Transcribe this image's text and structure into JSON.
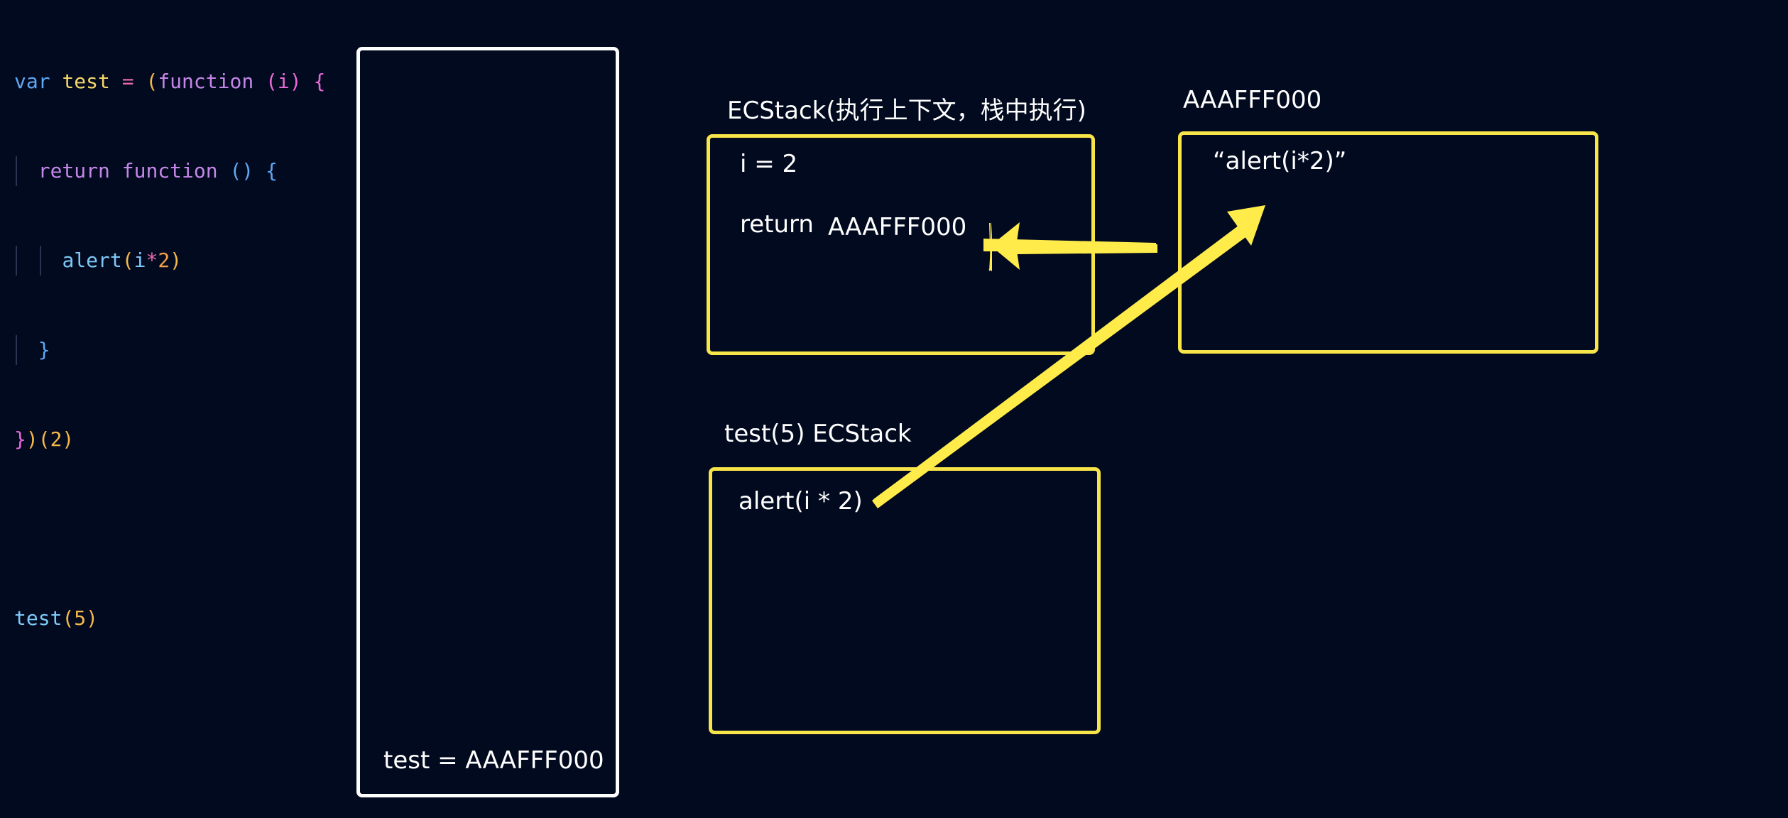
{
  "code": {
    "l1_var": "var",
    "l1_test": "test",
    "l1_eq": "=",
    "l1_paren": "(",
    "l1_function": "function",
    "l1_param": "(i)",
    "l1_brace": "{",
    "l2_return": "return",
    "l2_function": "function",
    "l2_parens": "()",
    "l2_brace": "{",
    "l3_alert": "alert",
    "l3_open": "(",
    "l3_i": "i",
    "l3_mul": "*",
    "l3_two": "2",
    "l3_close": ")",
    "l4_brace": "}",
    "l5_brace": "}",
    "l5_paren": ")",
    "l5_arg": "(2)",
    "l7_test": "test",
    "l7_arg": "(5)"
  },
  "global_stack": {
    "content": "test = AAAFFF000"
  },
  "ecstack": {
    "title": "ECStack(执行上下文，栈中执行)",
    "var": "i = 2",
    "return_label": "return",
    "return_value": "AAAFFF000"
  },
  "heap": {
    "address": "AAAFFF000",
    "content": "“alert(i*2)”"
  },
  "test5_stack": {
    "title": "test(5) ECStack",
    "content": "alert(i * 2)"
  },
  "colors": {
    "background": "#020a1f",
    "box_white": "#ffffff",
    "box_yellow": "#f7e54a",
    "arrow": "#ffeb4a"
  }
}
